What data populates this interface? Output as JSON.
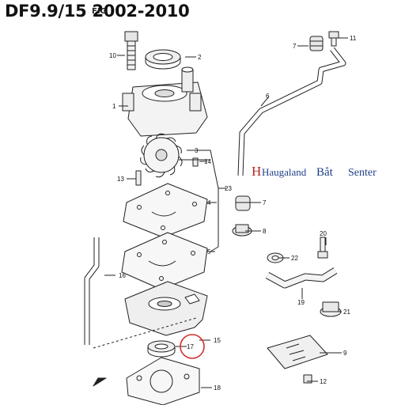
{
  "title": "DF9.9/15 2002-2010",
  "figure_label": "FIG",
  "watermark": {
    "text_left": "Haugaland",
    "text_mid": "Båt",
    "text_right": "Senter",
    "color": "#1f3f87",
    "accent": "#b3261e"
  },
  "highlight_color": "#d32f2f",
  "callouts": [
    {
      "id": "1",
      "label": "1"
    },
    {
      "id": "2",
      "label": "2"
    },
    {
      "id": "3",
      "label": "3"
    },
    {
      "id": "4",
      "label": "4"
    },
    {
      "id": "5",
      "label": "5"
    },
    {
      "id": "6",
      "label": "6"
    },
    {
      "id": "7a",
      "label": "7"
    },
    {
      "id": "7b",
      "label": "7"
    },
    {
      "id": "8",
      "label": "8"
    },
    {
      "id": "9",
      "label": "9"
    },
    {
      "id": "10",
      "label": "10"
    },
    {
      "id": "11",
      "label": "11"
    },
    {
      "id": "12",
      "label": "12"
    },
    {
      "id": "13",
      "label": "13"
    },
    {
      "id": "14",
      "label": "14"
    },
    {
      "id": "15",
      "label": "15"
    },
    {
      "id": "16",
      "label": "16"
    },
    {
      "id": "17",
      "label": "17"
    },
    {
      "id": "18",
      "label": "18"
    },
    {
      "id": "19",
      "label": "19"
    },
    {
      "id": "20",
      "label": "20"
    },
    {
      "id": "21",
      "label": "21"
    },
    {
      "id": "22",
      "label": "22"
    },
    {
      "id": "23",
      "label": "23"
    }
  ]
}
